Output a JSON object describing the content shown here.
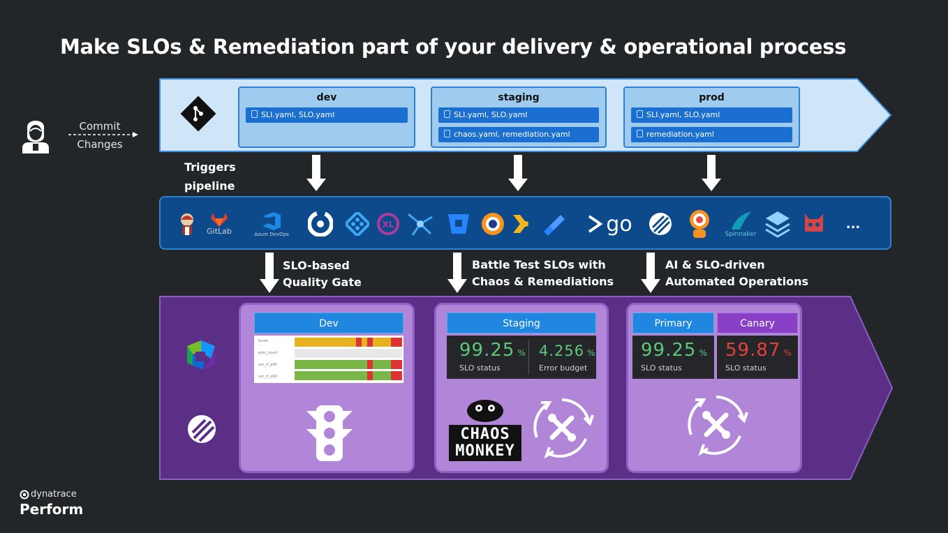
{
  "title": "Make SLOs & Remediation part of your delivery & operational process",
  "commit": {
    "line1": "Commit",
    "line2": "Changes"
  },
  "triggers": {
    "line1": "Triggers",
    "line2": "pipeline"
  },
  "repos": [
    {
      "name": "dev",
      "files": [
        "SLI.yaml, SLO.yaml"
      ]
    },
    {
      "name": "staging",
      "files": [
        "SLI.yaml, SLO.yaml",
        "chaos.yaml, remediation.yaml"
      ]
    },
    {
      "name": "prod",
      "files": [
        "SLI.yaml, SLO.yaml",
        "remediation.yaml"
      ]
    }
  ],
  "tools": {
    "gitlab": "GitLab",
    "azure": "Azure DevOps",
    "go": "go",
    "spinnaker": "Spinnaker",
    "more": "..."
  },
  "captions": [
    {
      "line1": "SLO-based",
      "line2": "Quality Gate"
    },
    {
      "line1": "Battle Test SLOs with",
      "line2": "Chaos & Remediations"
    },
    {
      "line1": "AI & SLO-driven",
      "line2": "Automated Operations"
    }
  ],
  "stages": {
    "dev": {
      "header": "Dev",
      "heatmap_rows": [
        "Score",
        "proc_count",
        "svc_rt_p95",
        "svc_rt_p90"
      ]
    },
    "staging": {
      "header": "Staging",
      "metrics": [
        {
          "value": "99.25",
          "unit": "%",
          "label": "SLO status"
        },
        {
          "value": "4.256",
          "unit": "%",
          "label": "Error budget"
        }
      ],
      "chaos_logo_line1": "CHAOS",
      "chaos_logo_line2": "MONKEY"
    },
    "prod": {
      "headers": [
        "Primary",
        "Canary"
      ],
      "metrics": [
        {
          "value": "99.25",
          "unit": "%",
          "label": "SLO status"
        },
        {
          "value": "59.87",
          "unit": "%",
          "label": "SLO status"
        }
      ]
    }
  },
  "brand": {
    "company": "dynatrace",
    "event": "Perform"
  },
  "colors": {
    "background": "#222629",
    "repo_band": "#cfe6f8",
    "file_chip": "#1b6fd0",
    "tool_band": "#0d4a8c",
    "purple_band": "#5c2f86",
    "stage_card": "#b186d8",
    "good": "#5ec77a",
    "bad": "#e5413c"
  }
}
